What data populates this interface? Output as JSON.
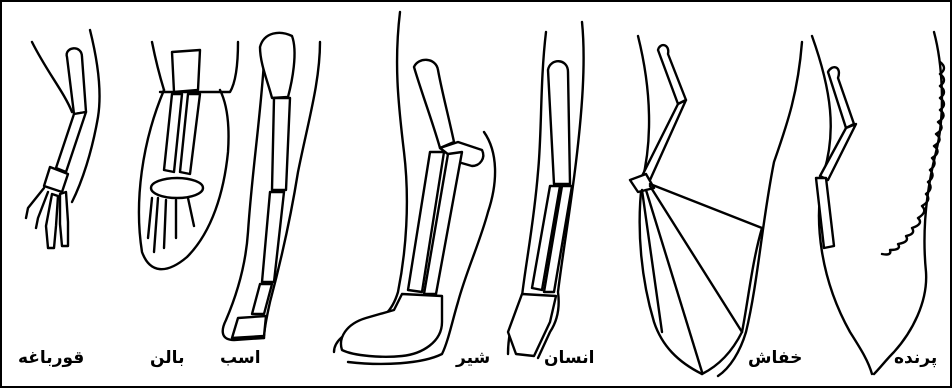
{
  "labels": {
    "frog": "قورباغه",
    "whale": "بالن",
    "horse": "اسب",
    "lion": "شیر",
    "human": "انسان",
    "bat": "خفاش",
    "bird": "پرنده"
  },
  "colors": {
    "stroke": "#000000",
    "background": "#ffffff"
  }
}
